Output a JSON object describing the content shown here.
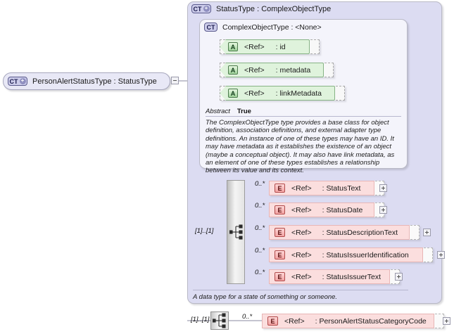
{
  "diagram": {
    "title": "PersonAlertStatusType XML Schema diagram",
    "root": {
      "icon": "complex-type-icon",
      "badge": "CT",
      "expander": "+",
      "label": "PersonAlertStatusType : StatusType"
    },
    "base_type_box": {
      "badge": "CT",
      "expander": "+",
      "label": "StatusType : ComplexObjectType",
      "documentation": "A data type for a state of something or someone."
    },
    "inner_type_box": {
      "badge": "CT",
      "label": "ComplexObjectType : <None>",
      "abstract_key": "Abstract",
      "abstract_value": "True",
      "documentation": "The ComplexObjectType type provides a base class for object definition, association definitions, and external adapter type definitions. An instance of one of these types may have an ID. It may have metadata as it establishes the existence of an object (maybe a conceptual object). It may also have link metadata, as an element of one of these types establishes a relationship between its value and its context."
    },
    "attributes": [
      {
        "badge": "A",
        "ref": "<Ref>",
        "name": ": id"
      },
      {
        "badge": "A",
        "ref": "<Ref>",
        "name": ": metadata"
      },
      {
        "badge": "A",
        "ref": "<Ref>",
        "name": ": linkMetadata"
      }
    ],
    "sequence_inner": {
      "icon": "sequence-icon",
      "cardinality": "[1]..[1]"
    },
    "sequence_outer": {
      "icon": "sequence-icon",
      "cardinality": "[1]..[1]"
    },
    "elements": [
      {
        "badge": "E",
        "ref": "<Ref>",
        "name": ": StatusText",
        "cardinality": "0..*",
        "expander": "+"
      },
      {
        "badge": "E",
        "ref": "<Ref>",
        "name": ": StatusDate",
        "cardinality": "0..*",
        "expander": "+"
      },
      {
        "badge": "E",
        "ref": "<Ref>",
        "name": ": StatusDescriptionText",
        "cardinality": "0..*",
        "expander": "+"
      },
      {
        "badge": "E",
        "ref": "<Ref>",
        "name": ": StatusIssuerIdentification",
        "cardinality": "0..*",
        "expander": "+"
      },
      {
        "badge": "E",
        "ref": "<Ref>",
        "name": ": StatusIssuerText",
        "cardinality": "0..*",
        "expander": "+"
      }
    ],
    "outer_elements": [
      {
        "badge": "E",
        "ref": "<Ref>",
        "name": ": PersonAlertStatusCategoryCode",
        "cardinality": "0..*",
        "expander": "+"
      }
    ],
    "colors": {
      "frame_outer_fill": "#dcdcf2",
      "frame_inner_fill": "#f4f4fb",
      "attribute_fill": "#dff3dc",
      "element_fill": "#fbdede",
      "badge_ct_fill": "#ccccea"
    }
  }
}
